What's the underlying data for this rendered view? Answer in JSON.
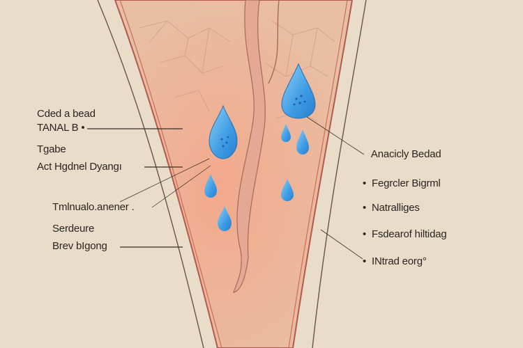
{
  "left_labels": [
    {
      "line1": "Cded a bead",
      "line2": "TANAL B •"
    },
    {
      "line1": "Tgabe",
      "line2": "Act Hgdnel  Dyangı"
    },
    {
      "line1": "Tmlnualo.anener ."
    },
    {
      "line1": "Serdeure",
      "line2": "Brev bIgong"
    }
  ],
  "right_labels": [
    "Anacicly Bedad",
    "Fegrcler Bigrml",
    "Natralliges",
    "Fsdearof hiltidag",
    "INtrad eorg°"
  ],
  "colors": {
    "background": "#e9dcc8",
    "skin": "#e8b89b",
    "drop": "#4aa6e6"
  }
}
